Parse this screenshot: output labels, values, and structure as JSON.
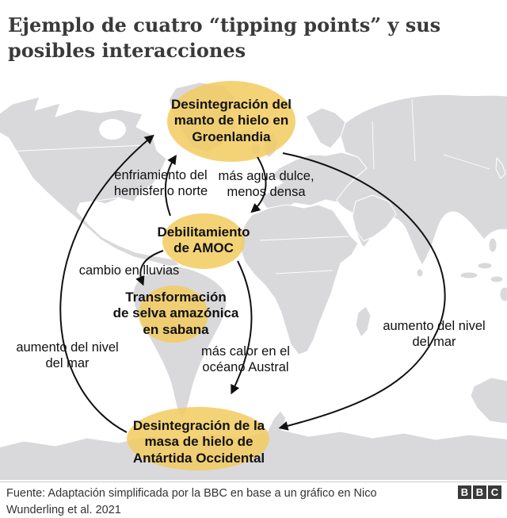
{
  "title": {
    "line1": "Ejemplo de cuatro “tipping points” y",
    "line2": "sus posibles interacciones"
  },
  "nodes": {
    "greenland": {
      "line1": "Desintegración del",
      "line2": "manto de hielo en",
      "line3": "Groenlandia"
    },
    "amoc": {
      "line1": "Debilitamiento",
      "line2": "de AMOC"
    },
    "amazon": {
      "line1": "Transformación",
      "line2": "de selva amazónica",
      "line3": "en sabana"
    },
    "antarctica": {
      "line1": "Desintegración de la",
      "line2": "masa de hielo de",
      "line3": "Antártida Occidental"
    }
  },
  "edges": {
    "cooling": {
      "line1": "enfriamiento del",
      "line2": "hemisferio norte"
    },
    "freshwater": {
      "line1": "más agua dulce,",
      "line2": "menos densa"
    },
    "rainfall": {
      "line1": "cambio en lluvias"
    },
    "southern_ocean_heat": {
      "line1": "más calor en el",
      "line2": "océano Austral"
    },
    "sea_level_left": {
      "line1": "aumento del nivel",
      "line2": "del mar"
    },
    "sea_level_right": {
      "line1": "aumento del nivel",
      "line2": "del mar"
    }
  },
  "footer": {
    "source_line1": "Fuente: Adaptación simplificada por la BBC en base a un gráfico en",
    "source_line2": "Nico Wunderling et al. 2021",
    "logo_letters": [
      "B",
      "B",
      "C"
    ]
  },
  "colors": {
    "node_fill": "#f2cc63",
    "arrow": "#111111",
    "land": "#d9d9dc",
    "sea": "#ffffff",
    "title_text": "#3a3a3a"
  }
}
